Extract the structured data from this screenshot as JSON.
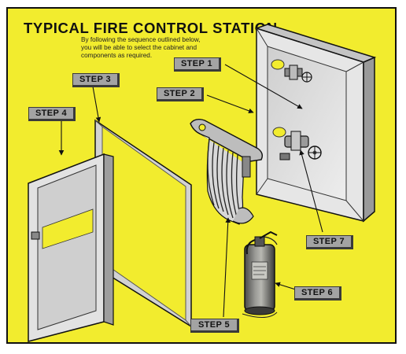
{
  "diagram": {
    "title": "TYPICAL FIRE CONTROL STATION",
    "intro_lines": [
      "By following the sequence outlined below,",
      "you will be able to select the cabinet and",
      "components as required."
    ],
    "steps": [
      {
        "id": "step1",
        "label": "STEP 1"
      },
      {
        "id": "step2",
        "label": "STEP 2"
      },
      {
        "id": "step3",
        "label": "STEP 3"
      },
      {
        "id": "step4",
        "label": "STEP 4"
      },
      {
        "id": "step5",
        "label": "STEP 5"
      },
      {
        "id": "step6",
        "label": "STEP 6"
      },
      {
        "id": "step7",
        "label": "STEP 7"
      }
    ],
    "components": [
      {
        "step": "step1",
        "icon": "upper-hose-valve-icon"
      },
      {
        "step": "step2",
        "icon": "cabinet-tub-icon"
      },
      {
        "step": "step3",
        "icon": "glass-door-icon"
      },
      {
        "step": "step4",
        "icon": "cabinet-frame-door-icon"
      },
      {
        "step": "step5",
        "icon": "hose-rack-icon"
      },
      {
        "step": "step6",
        "icon": "fire-extinguisher-icon"
      },
      {
        "step": "step7",
        "icon": "lower-angle-valve-icon"
      }
    ],
    "colors": {
      "background": "#f2ec2e",
      "label_box": "#a3a3a3",
      "border": "#111111",
      "cabinet": "#d9d9d9"
    }
  }
}
